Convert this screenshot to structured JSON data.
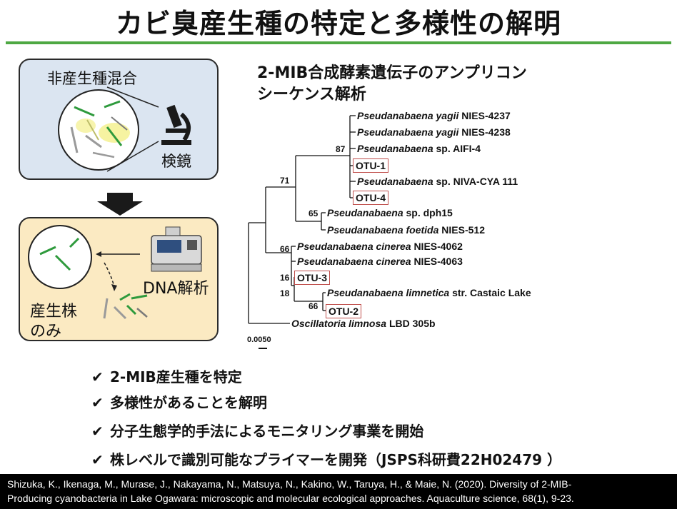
{
  "title": "カビ臭産生種の特定と多様性の解明",
  "panels": {
    "top_label": "非産生種混合",
    "scope_label": "検鏡",
    "dna_label": "DNA解析",
    "producer_label_line1": "産生株",
    "producer_label_line2": "のみ"
  },
  "tree": {
    "heading_line1": "2-MIB合成酵素遺伝子のアンプリコン",
    "heading_line2": "シーケンス解析",
    "taxa": [
      {
        "genus": "Pseudanabaena",
        "epithet": "yagii",
        "strain": "NIES-4237"
      },
      {
        "genus": "Pseudanabaena",
        "epithet": "yagii",
        "strain": "NIES-4238"
      },
      {
        "genus": "Pseudanabaena",
        "epithet": "",
        "strain": "sp. AIFI-4"
      },
      {
        "genus": "Pseudanabaena",
        "epithet": "",
        "strain": "sp. NIVA-CYA 111"
      },
      {
        "genus": "Pseudanabaena",
        "epithet": "",
        "strain": "sp. dph15"
      },
      {
        "genus": "Pseudanabaena",
        "epithet": "foetida",
        "strain": "NIES-512"
      },
      {
        "genus": "Pseudanabaena",
        "epithet": "cinerea",
        "strain": "NIES-4062"
      },
      {
        "genus": "Pseudanabaena",
        "epithet": "cinerea",
        "strain": "NIES-4063"
      },
      {
        "genus": "Pseudanabaena",
        "epithet": "limnetica",
        "strain": "str. Castaic Lake"
      },
      {
        "genus": "Oscillatoria",
        "epithet": "limnosa",
        "strain": "LBD 305b"
      }
    ],
    "otus": [
      "OTU-1",
      "OTU-4",
      "OTU-3",
      "OTU-2"
    ],
    "bootstrap": [
      "87",
      "71",
      "65",
      "66",
      "16",
      "18",
      "66"
    ],
    "scale": "0.0050"
  },
  "bullets": [
    {
      "mark": "✔",
      "text": "2-MIB産生種を特定"
    },
    {
      "mark": "✔",
      "text": "多様性があることを解明"
    },
    {
      "mark": "✔",
      "text": "分子生態学的手法によるモニタリング事業を開始"
    },
    {
      "mark": "✔",
      "text": "株レベルで識別可能なプライマーを開発（JSPS科研費22H02479 ）"
    }
  ],
  "citation_line1": "Shizuka, K., Ikenaga, M., Murase, J., Nakayama, N., Matsuya, N., Kakino, W., Taruya, H., & Maie, N. (2020). Diversity of 2-MIB-",
  "citation_line2": "Producing cyanobacteria in Lake Ogawara: microscopic and molecular ecological approaches. Aquaculture science, 68(1), 9-23.",
  "colors": {
    "accent_green": "#4ea843",
    "panel_blue": "#dbe5f1",
    "panel_yellow": "#fbeac2",
    "otu_box": "#c0504d"
  }
}
